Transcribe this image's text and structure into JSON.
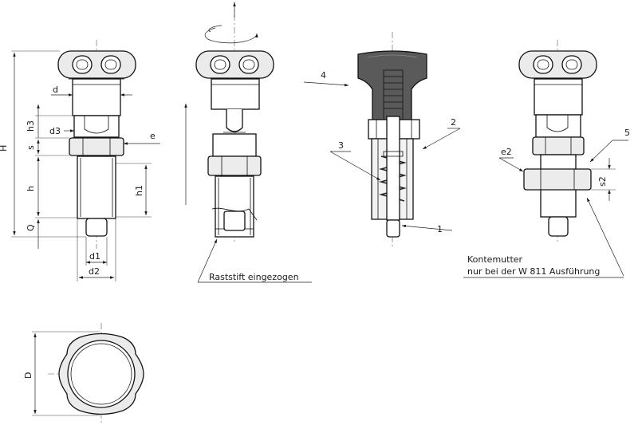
{
  "dimension_labels": {
    "H": "H",
    "h3": "h3",
    "s": "s",
    "h": "h",
    "Q": "Q",
    "d": "d",
    "d3": "d3",
    "e": "e",
    "h1": "h1",
    "d1": "d1",
    "d2": "d2",
    "e2": "e2",
    "s2": "s2",
    "D": "D"
  },
  "item_numbers": {
    "one": "1",
    "two": "2",
    "three": "3",
    "four": "4",
    "five": "5"
  },
  "notes": {
    "raststift": "Raststift eingezogen",
    "kontemutter_line1": "Kontemutter",
    "kontemutter_line2": "nur bei der W 811 Ausführung"
  },
  "colors": {
    "line": "#111111",
    "hex_fill": "#ececec",
    "knob_dark": "#5a5a5a",
    "knob_light": "#ebebeb"
  }
}
